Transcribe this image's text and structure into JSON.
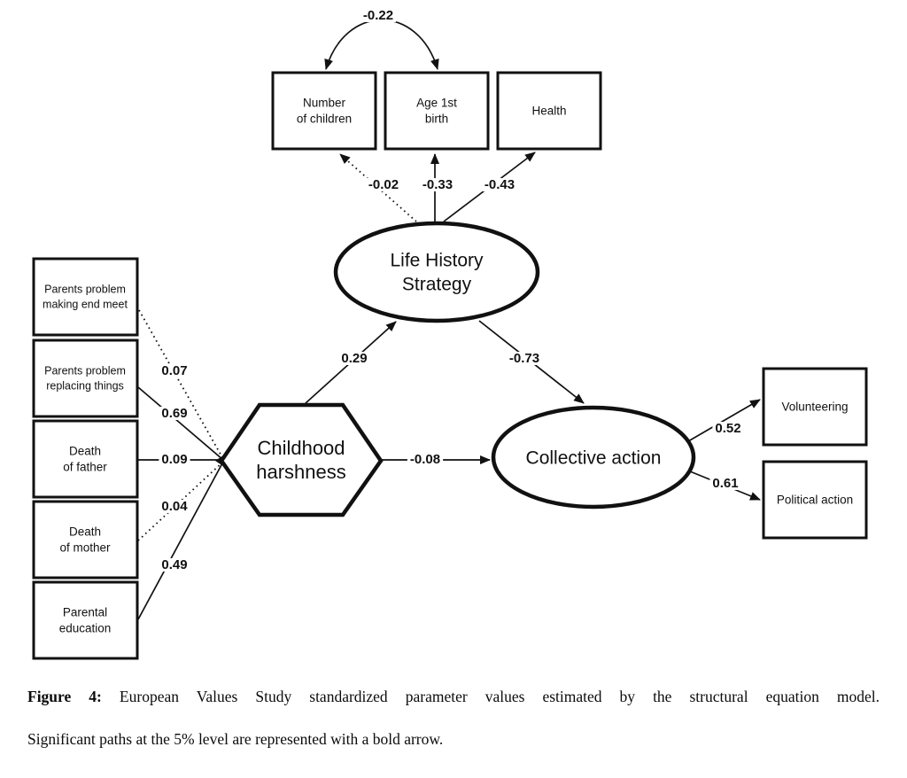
{
  "figure": {
    "top_indicators": {
      "num_children": {
        "l1": "Number",
        "l2": "of children"
      },
      "age_birth": {
        "l1": "Age 1st",
        "l2": "birth"
      },
      "health": {
        "l1": "Health"
      }
    },
    "left_indicators": {
      "end_meet": {
        "l1": "Parents problem",
        "l2": "making end meet"
      },
      "replacing": {
        "l1": "Parents problem",
        "l2": "replacing things"
      },
      "death_father": {
        "l1": "Death",
        "l2": "of father"
      },
      "death_mother": {
        "l1": "Death",
        "l2": "of mother"
      },
      "parental_edu": {
        "l1": "Parental",
        "l2": "education"
      }
    },
    "right_indicators": {
      "volunteering": {
        "l1": "Volunteering"
      },
      "political": {
        "l1": "Political action"
      }
    },
    "latents": {
      "lhs": {
        "l1": "Life History",
        "l2": "Strategy"
      },
      "harshness": {
        "l1": "Childhood",
        "l2": "harshness"
      },
      "collective": {
        "l1": "Collective action"
      }
    },
    "coefficients": {
      "cov_children_age": "-0.22",
      "lhs_to_children": "-0.02",
      "lhs_to_agebirth": "-0.33",
      "lhs_to_health": "-0.43",
      "harsh_to_lhs": "0.29",
      "lhs_to_collective": "-0.73",
      "harsh_to_collective": "-0.08",
      "end_meet": "0.07",
      "replacing": "0.69",
      "father": "0.09",
      "mother": "0.04",
      "education": "0.49",
      "volunteering": "0.52",
      "political": "0.61"
    },
    "colors": {
      "ink": "#111111",
      "background": "#ffffff"
    }
  },
  "caption": {
    "label": "Figure 4:",
    "body": "European Values Study standardized parameter values estimated by the structural equation model.",
    "note": "Significant paths at the 5% level are represented with a bold arrow."
  }
}
